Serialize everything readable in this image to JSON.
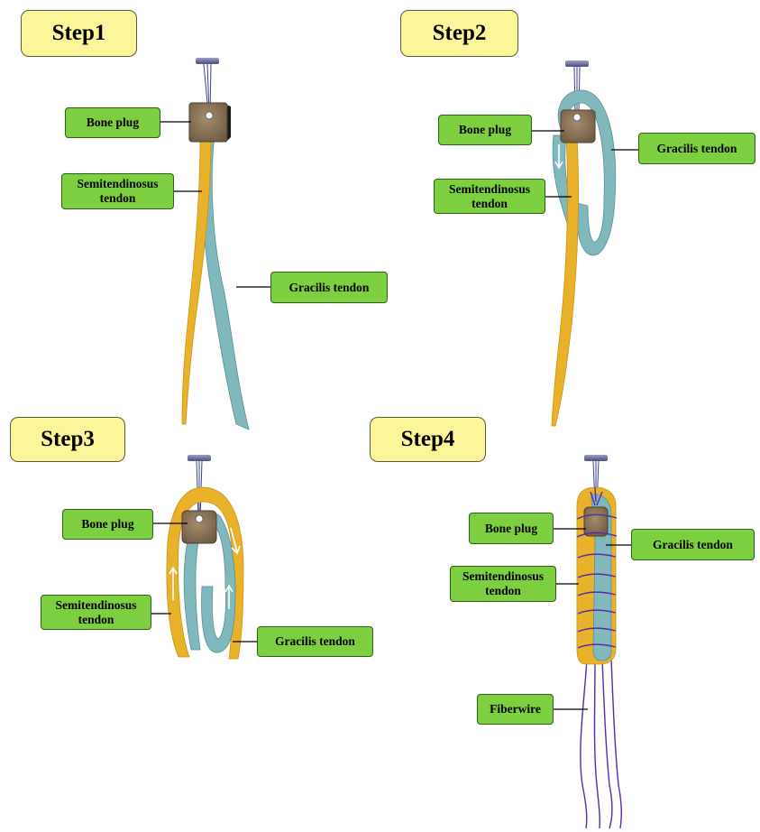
{
  "steps": {
    "step1": {
      "title": "Step1",
      "bone_plug": "Bone plug",
      "semitendinosus": [
        "Semitendinosus",
        "tendon"
      ],
      "gracilis": "Gracilis tendon"
    },
    "step2": {
      "title": "Step2",
      "bone_plug": "Bone plug",
      "semitendinosus": [
        "Semitendinosus",
        "tendon"
      ],
      "gracilis": "Gracilis tendon"
    },
    "step3": {
      "title": "Step3",
      "bone_plug": "Bone plug",
      "semitendinosus": [
        "Semitendinosus",
        "tendon"
      ],
      "gracilis": "Gracilis tendon"
    },
    "step4": {
      "title": "Step4",
      "bone_plug": "Bone plug",
      "semitendinosus": [
        "Semitendinosus",
        "tendon"
      ],
      "gracilis": "Gracilis tendon",
      "fiberwire": "Fiberwire"
    }
  },
  "colors": {
    "semitendinosus": "#e9b22a",
    "gracilis": "#7fb8bd",
    "bone_plug": "#8b7358",
    "fiberwire": "#5a2aa6",
    "label_fill": "#7ccf3e",
    "title_fill": "#fdf59a"
  }
}
